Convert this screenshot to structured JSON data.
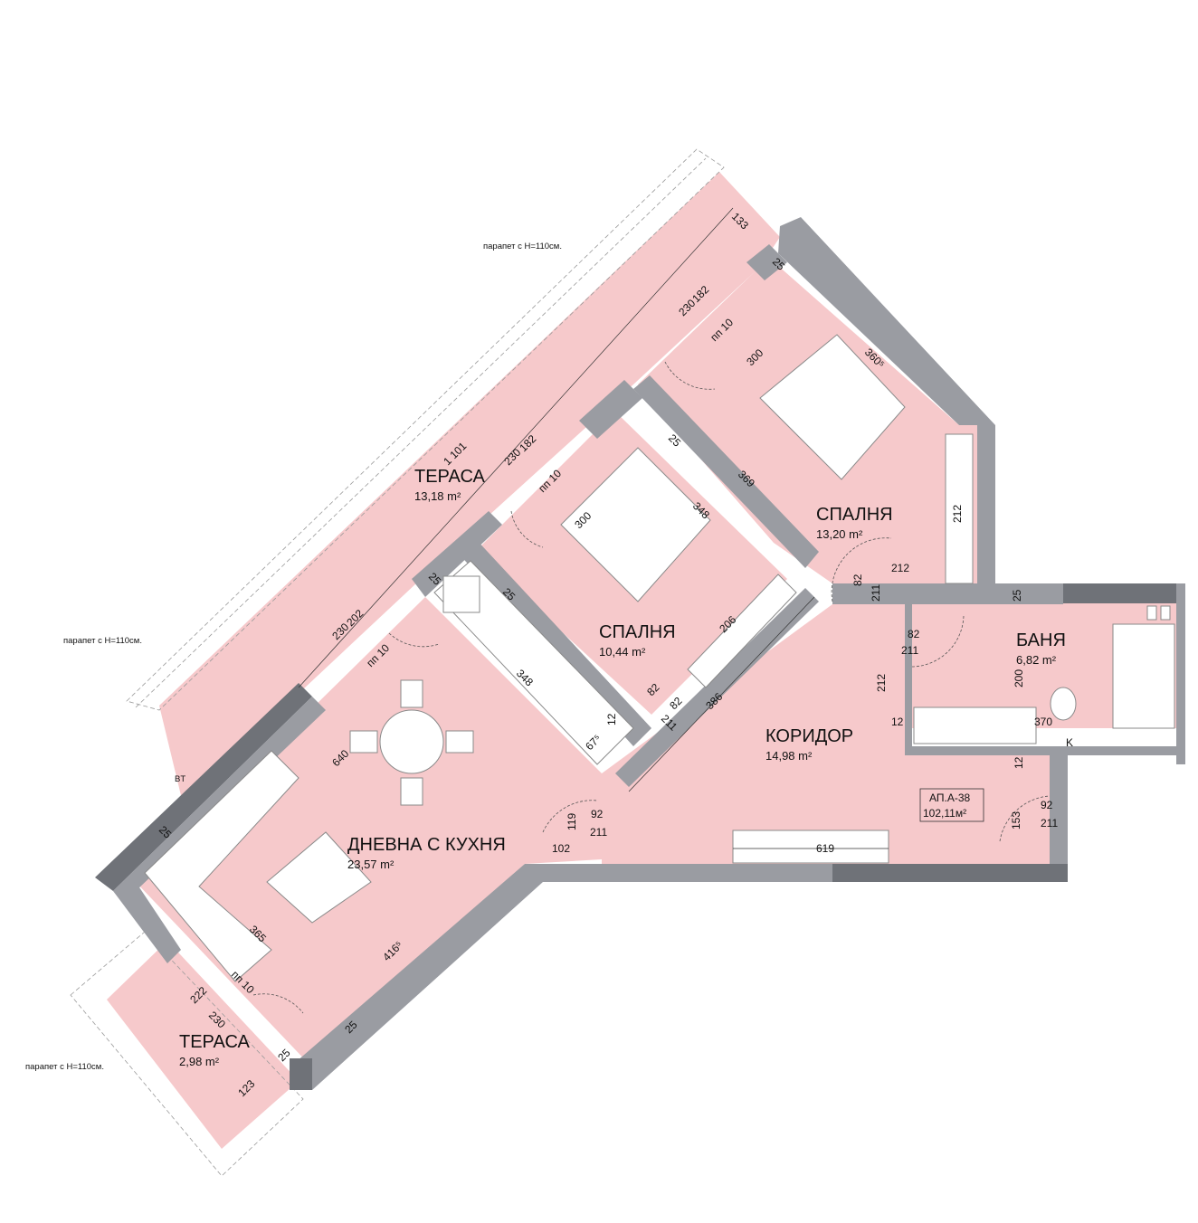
{
  "rooms": {
    "terrace_top": {
      "name": "ТЕРАСА",
      "area": "13,18 m²"
    },
    "bedroom_right": {
      "name": "СПАЛНЯ",
      "area": "13,20 m²"
    },
    "bedroom_mid": {
      "name": "СПАЛНЯ",
      "area": "10,44 m²"
    },
    "bathroom": {
      "name": "БАНЯ",
      "area": "6,82 m²"
    },
    "corridor": {
      "name": "КОРИДОР",
      "area": "14,98 m²"
    },
    "living": {
      "name": "ДНЕВНА С КУХНЯ",
      "area": "23,57 m²"
    },
    "terrace_bottom": {
      "name": "ТЕРАСА",
      "area": "2,98 m²"
    }
  },
  "apartment": {
    "id": "АП.А-38",
    "area": "102,11м²"
  },
  "notes": {
    "parapet_top": "парапет с H=110см.",
    "parapet_mid": "парапет с H=110см.",
    "parapet_bottom": "парапет с H=110см.",
    "bt": "BT",
    "k": "K"
  },
  "dimensions": {
    "d133": "133",
    "d1101": "1 101",
    "d182a": "182",
    "d230a": "230",
    "pp10a": "пп 10",
    "d300a": "300",
    "d3605": "360⁵",
    "d25a": "25",
    "d182b": "182",
    "d230b": "230",
    "pp10b": "пп 10",
    "d25b": "25",
    "d369": "369",
    "d212a": "212",
    "d300b": "300",
    "d348a": "348",
    "d212b": "212",
    "d82a": "82",
    "d211a": "211",
    "d25c": "25",
    "d25d": "25",
    "d25e": "25",
    "d202": "202",
    "d230c": "230",
    "pp10c": "пп 10",
    "d206": "206",
    "d82b": "82",
    "d211b": "211",
    "d212c": "212",
    "d2001": "200",
    "d348b": "348",
    "d82c": "82",
    "d82d": "82",
    "d211c": "211",
    "d386": "386",
    "d12a": "12",
    "d12b": "12",
    "d370": "370",
    "d640": "640",
    "d675": "67⁵",
    "d12c": "12",
    "d92a": "92",
    "d119": "119",
    "d211d": "211",
    "d102": "102",
    "d153": "153",
    "d92b": "92",
    "d211e": "211",
    "d619": "619",
    "d25f": "25",
    "d365": "365",
    "d4165": "416⁵",
    "pp10d": "пп 10",
    "d222": "222",
    "d230d": "230",
    "d25g": "25",
    "d25h": "25",
    "d123": "123"
  }
}
